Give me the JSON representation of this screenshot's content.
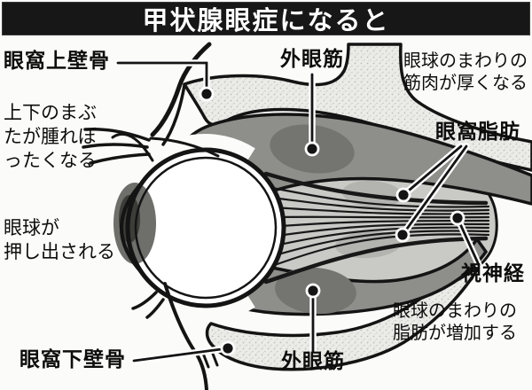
{
  "title": "甲状腺眼症になると",
  "labels": {
    "orbit_top_bone": "眼窩上壁骨",
    "muscle_top": "外眼筋",
    "muscle_thicken": "眼球のまわりの\n筋肉が厚くなる",
    "eyelid_swollen": "上下のまぶ\nたが腫れぼ\nったくなる",
    "orbital_fat": "眼窩脂肪",
    "eye_pushed": "眼球が\n押し出される",
    "optic_nerve": "視神経",
    "fat_increase": "眼球のまわりの\n脂肪が増加する",
    "orbit_bottom_bone": "眼窩下壁骨",
    "muscle_bottom": "外眼筋"
  },
  "colors": {
    "title_bar": "#171717",
    "background": "#fbfbf9",
    "bone_fill": "#ebebe8",
    "muscle_fill": "#8e8e8b",
    "muscle_blob": "#747471",
    "fat_fill": "#c9c9c6",
    "fat_blob": "#b3b3b0",
    "iris": "#6e6e6b",
    "pupil": "#3c3c39",
    "outline": "#141414"
  }
}
